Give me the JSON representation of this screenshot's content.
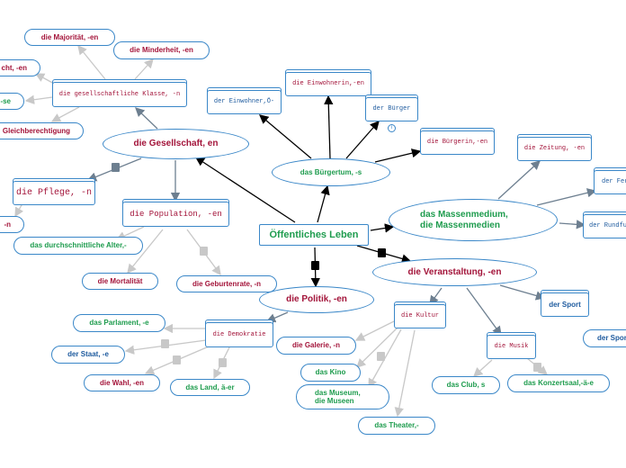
{
  "map": {
    "center": "Öffentliches Leben",
    "nodes": {
      "majoritaet": "die Majorität, -en",
      "minderheit": "die Minderheit, -en",
      "macht": "cht, -en",
      "klasse": "die gesellschaftliche Klasse, -n",
      "se": "-se",
      "gleichberechtigung": "Gleichberechtigung",
      "gesellschaft": "die Gesellschaft, en",
      "pflege": "die Pflege, -n",
      "n_small": "-n",
      "population": "die Population, -en",
      "alter": "das durchschnittliche Alter,-",
      "mortalitaet": "die Mortalität",
      "geburtenrate": "die Geburtenrate, -n",
      "einwohnerin": "die Einwohnerin,-en",
      "einwohner": "der Einwohner,Ö-",
      "buerger": "der Bürger",
      "buergerin": "die Bürgerin,-en",
      "buergertum": "das Bürgertum, -s",
      "zeitung": "die Zeitung, -en",
      "fernsehen": "der Fer",
      "rundfunk": "der Rundfu",
      "massenmedium": "das Massenmedium,\ndie Massenmedien",
      "veranstaltung": "die Veranstaltung, -en",
      "sport": "der Sport",
      "sport2": "der Spor",
      "kultur": "die Kultur",
      "musik": "die Musik",
      "club": "das Club, s",
      "konzertsaal": "das Konzertsaal,-ä-e",
      "galerie": "die Galerie, -n",
      "kino": "das Kino",
      "museum": "das Museum,\ndie Museen",
      "theater": "das Theater,-",
      "politik": "die Politik, -en",
      "parlament": "das Parlament, -e",
      "demokratie": "die Demokratie",
      "staat": "der Staat, -e",
      "wahl": "die Wahl, -en",
      "land": "das Land, ä-er"
    },
    "note_icon": "info-icon"
  },
  "colors": {
    "border": "#3a87c8",
    "red": "#a3143a",
    "green": "#1e9c4e",
    "blue": "#1d5a9e",
    "link_dark": "#000000",
    "link_mid": "#6d7f90",
    "link_light": "#c8c8c8"
  }
}
